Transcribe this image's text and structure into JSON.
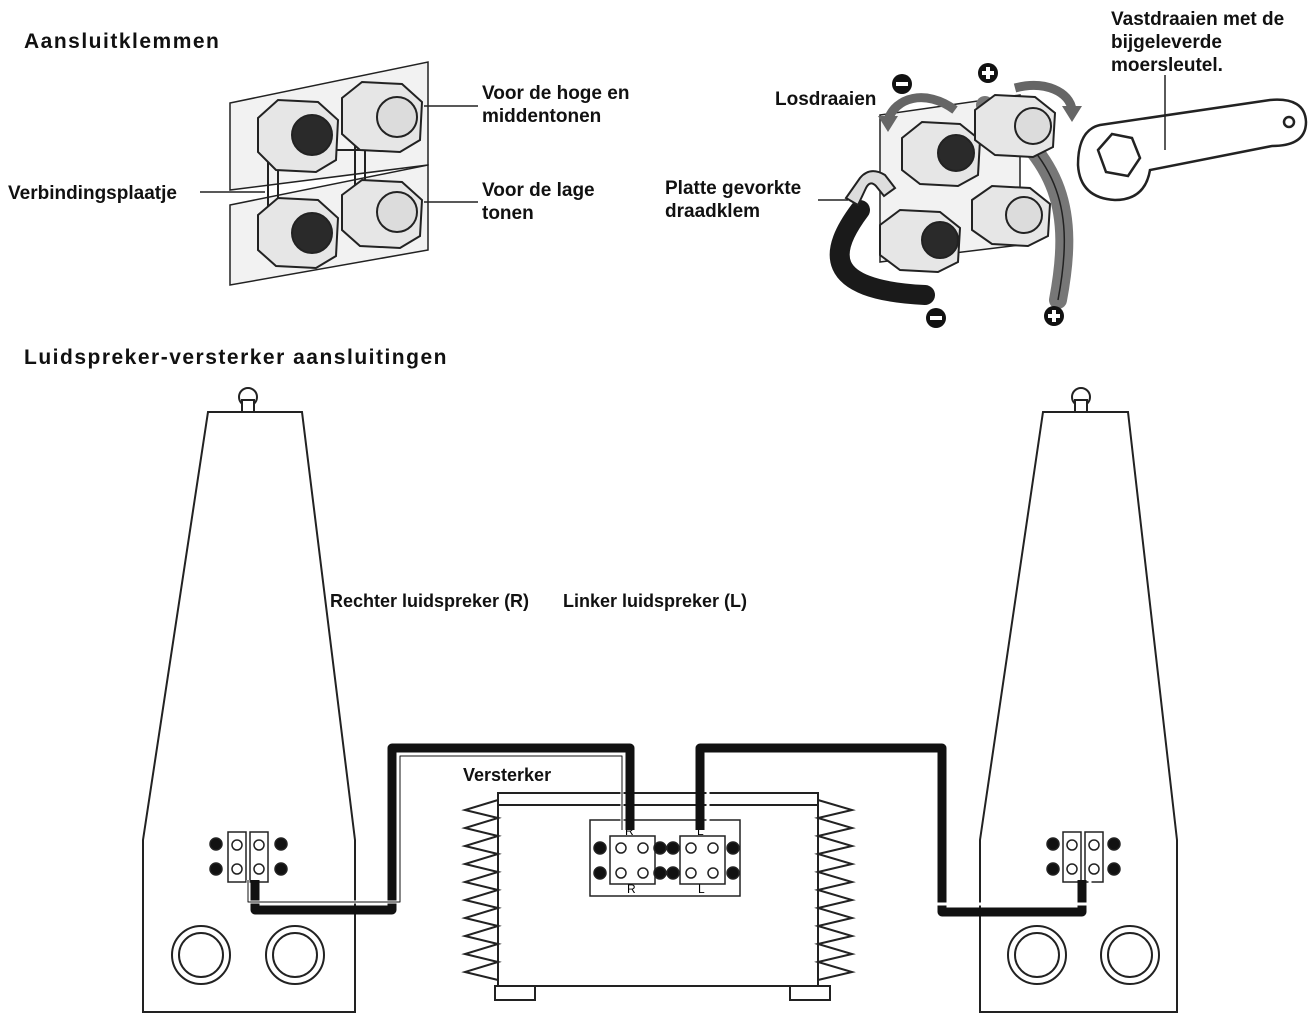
{
  "sections": {
    "terminals_title": "Aansluitklemmen",
    "connections_title": "Luidspreker-versterker aansluitingen"
  },
  "terminal_labels": {
    "high_mid": "Voor de hoge en middentonen",
    "low": "Voor de lage tonen",
    "jumper": "Verbindingsplaatje"
  },
  "wiring_labels": {
    "loosen": "Losdraaien",
    "tighten": "Vastdraaien met de bijgeleverde moersleutel.",
    "spade": "Platte gevorkte draadklem",
    "minus": "−",
    "plus": "+"
  },
  "speakers": {
    "right": "Rechter luidspreker (R)",
    "left": "Linker luidspreker (L)"
  },
  "amplifier": {
    "label": "Versterker",
    "channel_r": "R",
    "channel_l": "L"
  }
}
